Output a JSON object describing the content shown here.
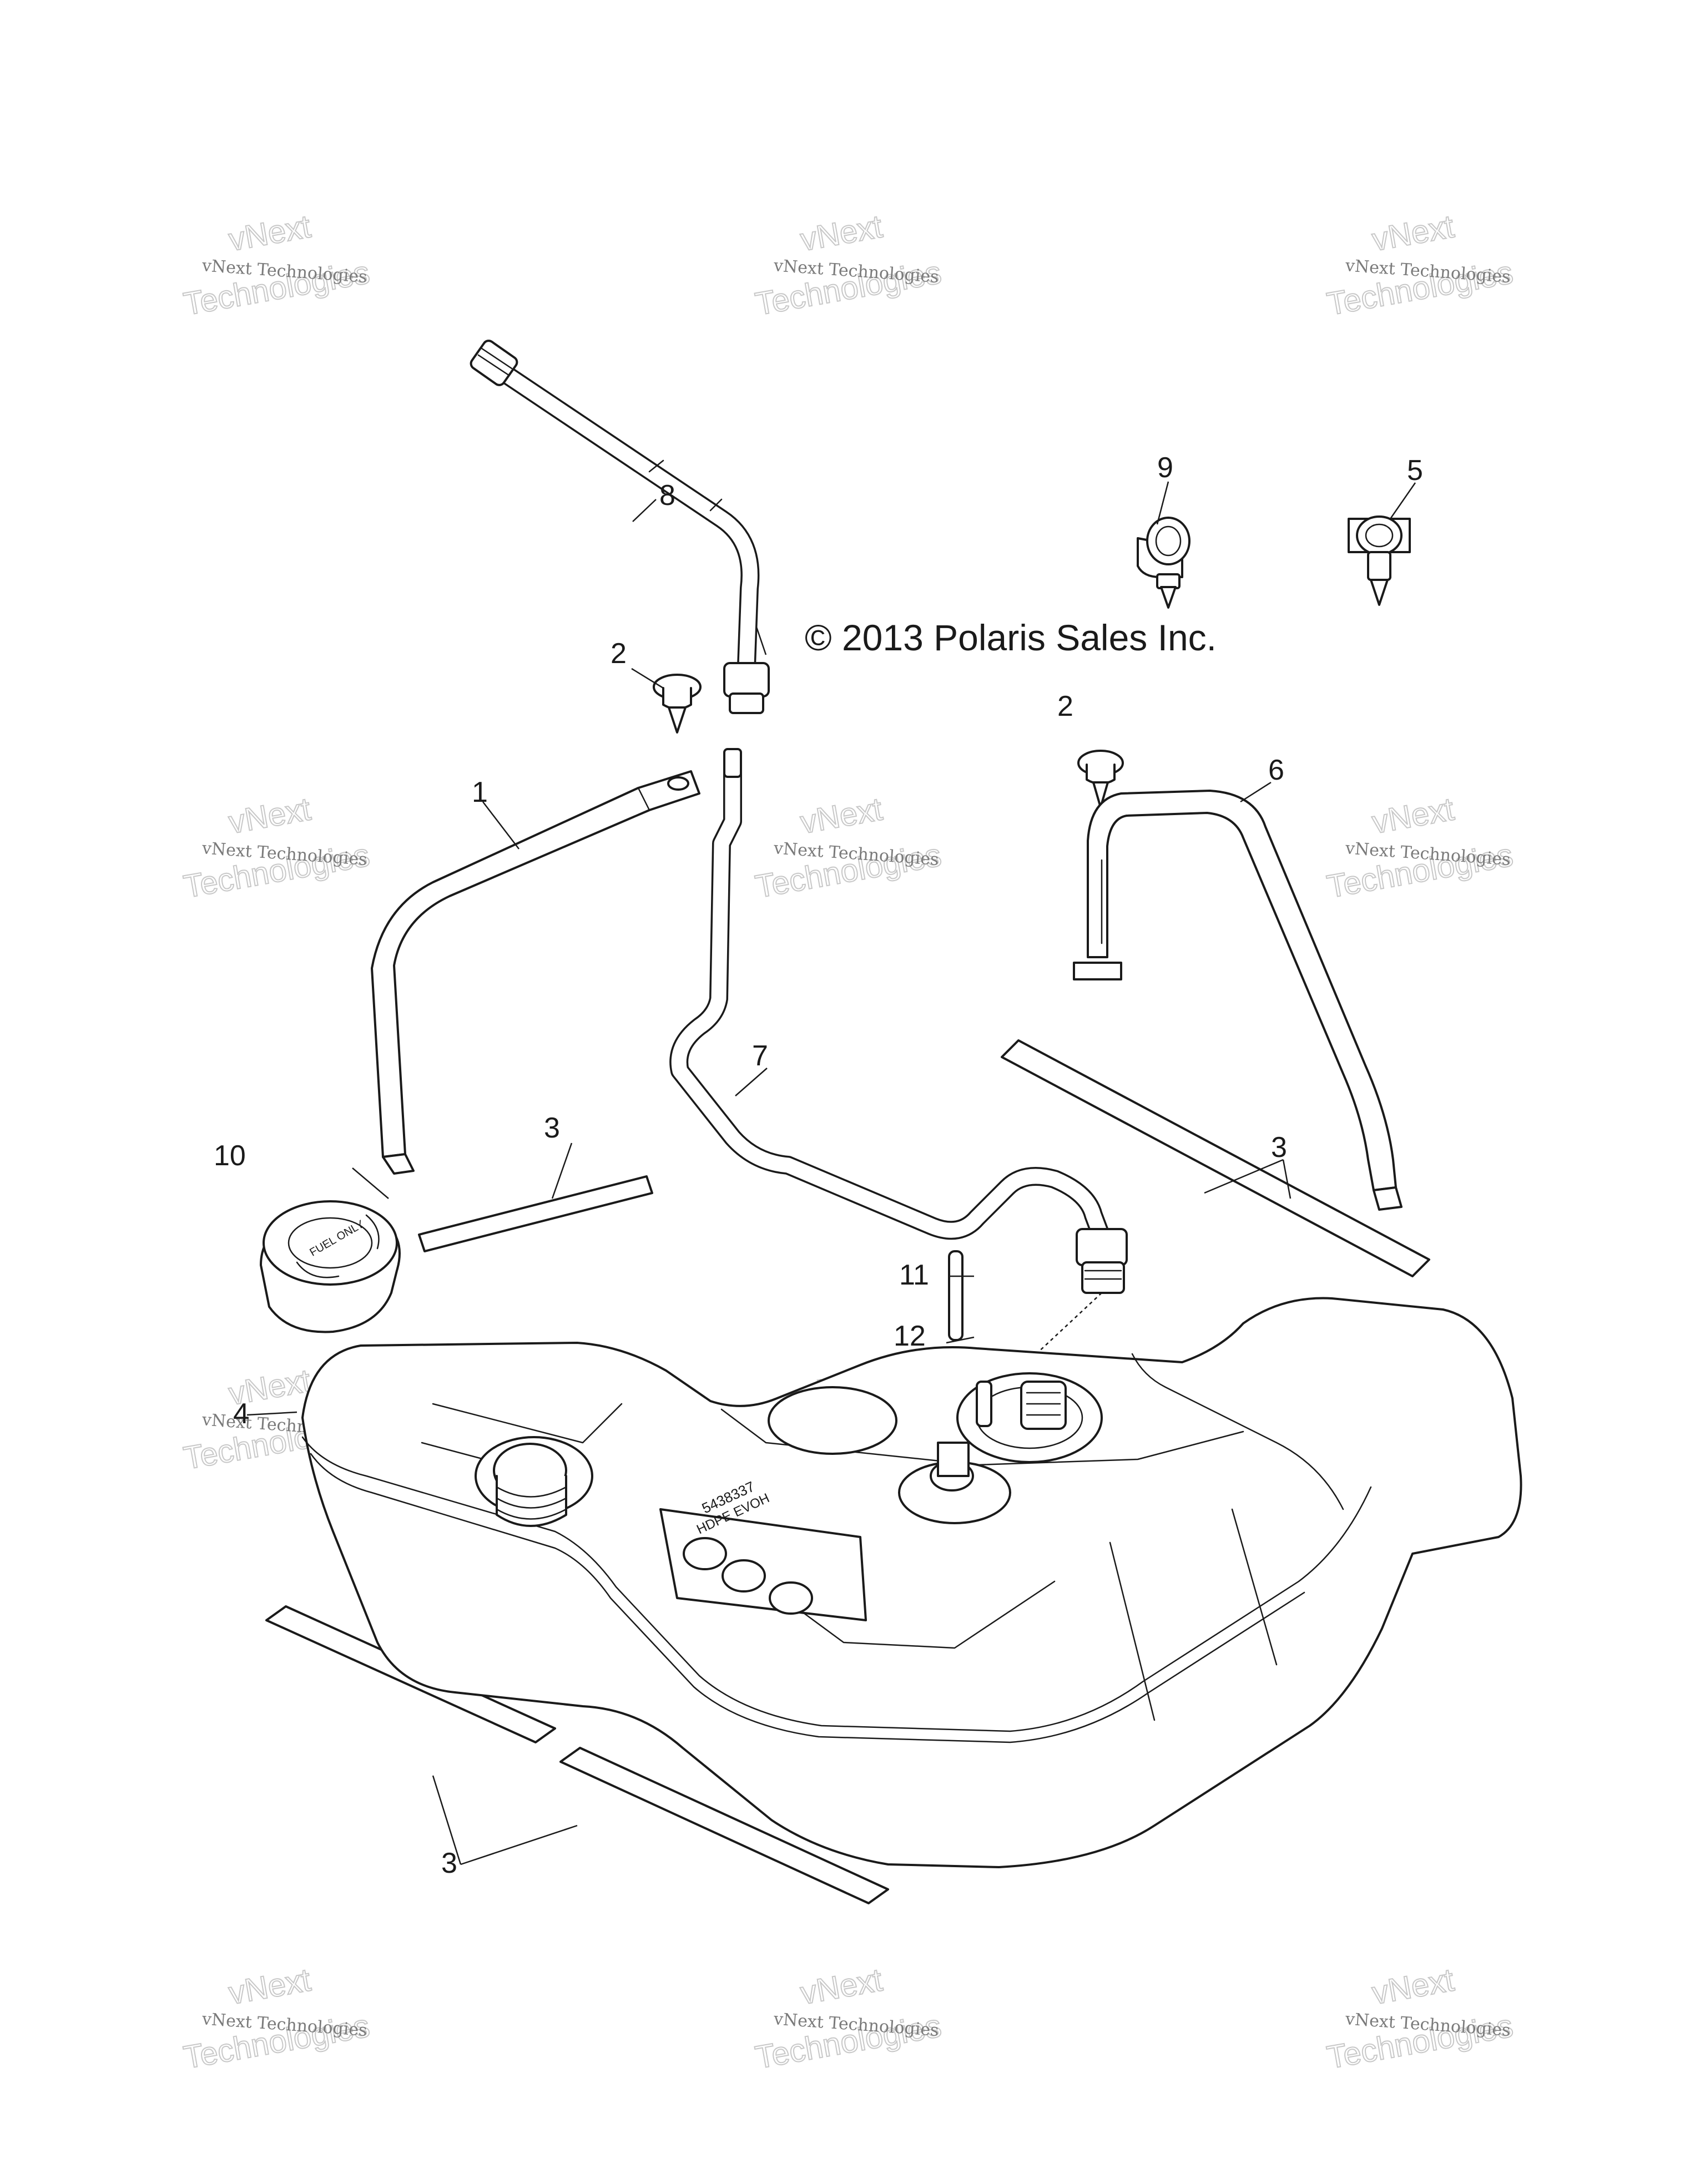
{
  "copyright": "© 2013 Polaris Sales Inc.",
  "watermark": {
    "line1": "vNext Technologies",
    "line2": "vNext",
    "line3": "Technologies"
  },
  "callouts": [
    {
      "id": "1",
      "label": "1"
    },
    {
      "id": "2a",
      "label": "2"
    },
    {
      "id": "2b",
      "label": "2"
    },
    {
      "id": "3a",
      "label": "3"
    },
    {
      "id": "3b",
      "label": "3"
    },
    {
      "id": "3c",
      "label": "3"
    },
    {
      "id": "4",
      "label": "4"
    },
    {
      "id": "5",
      "label": "5"
    },
    {
      "id": "6",
      "label": "6"
    },
    {
      "id": "7",
      "label": "7"
    },
    {
      "id": "8",
      "label": "8"
    },
    {
      "id": "9",
      "label": "9"
    },
    {
      "id": "10",
      "label": "10"
    },
    {
      "id": "11",
      "label": "11"
    },
    {
      "id": "12",
      "label": "12"
    }
  ],
  "tank_marking": {
    "part_number": "5438337",
    "line2": "HDPE EVOH"
  },
  "cap_text": "FUEL ONLY"
}
